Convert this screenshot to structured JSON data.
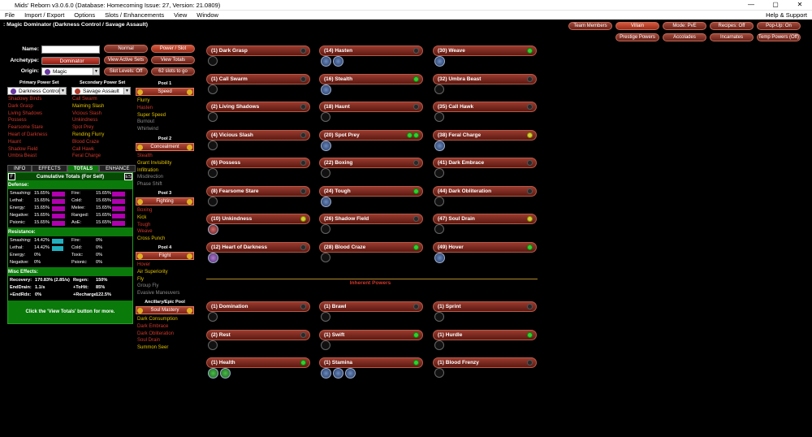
{
  "window": {
    "title": "Mids' Reborn v3.0.6.0 (Database: Homecoming Issue: 27, Version: 21.0809)",
    "min": "—",
    "max": "▢",
    "close": "✕"
  },
  "menu": {
    "items": [
      "File",
      "Import / Export",
      "Options",
      "Slots / Enhancements",
      "View",
      "Window"
    ],
    "help": "Help & Support"
  },
  "build_title": ": Magic Dominator (Darkness Control / Savage Assault)",
  "top_buttons": [
    "Team Members",
    "Villain",
    "Mode: PvE",
    "Recipes: Off",
    "Pop-Up: On",
    "Prestige Powers",
    "Accolades",
    "Incarnates",
    "Temp Powers (Off)"
  ],
  "form": {
    "name_label": "Name:",
    "name_value": "",
    "archetype_label": "Archetype:",
    "archetype_value": "Dominator",
    "origin_label": "Origin:",
    "origin_value": "Magic"
  },
  "mode_buttons": [
    "Normal",
    "Power / Slot",
    "View Active Sets",
    "View Totals",
    "Slot Levels: Off",
    "62 slots to go"
  ],
  "primary": {
    "header": "Primary Power Set",
    "set": "Darkness Control",
    "powers": [
      [
        "Shadowy Binds",
        "red"
      ],
      [
        "Dark Grasp",
        "red"
      ],
      [
        "Living Shadows",
        "red"
      ],
      [
        "Possess",
        "red"
      ],
      [
        "Fearsome Stare",
        "red"
      ],
      [
        "Heart of Darkness",
        "red"
      ],
      [
        "Haunt",
        "red"
      ],
      [
        "Shadow Field",
        "red"
      ],
      [
        "Umbra Beast",
        "red"
      ]
    ]
  },
  "secondary": {
    "header": "Secondary Power Set",
    "set": "Savage Assault",
    "powers": [
      [
        "Call Swarm",
        "red"
      ],
      [
        "Maiming Slash",
        "yel"
      ],
      [
        "Vicious Slash",
        "red"
      ],
      [
        "Unkindness",
        "red"
      ],
      [
        "Spot Prey",
        "red"
      ],
      [
        "Rending Flurry",
        "yel"
      ],
      [
        "Blood Craze",
        "red"
      ],
      [
        "Call Hawk",
        "red"
      ],
      [
        "Feral Charge",
        "red"
      ]
    ]
  },
  "pools": [
    {
      "title": "Pool 1",
      "name": "Speed",
      "powers": [
        [
          "Flurry",
          "yel"
        ],
        [
          "Hasten",
          "red"
        ],
        [
          "Super Speed",
          "yel"
        ],
        [
          "Burnout",
          "gry"
        ],
        [
          "Whirlwind",
          "gry"
        ]
      ]
    },
    {
      "title": "Pool 2",
      "name": "Concealment",
      "powers": [
        [
          "Stealth",
          "red"
        ],
        [
          "Grant Invisibility",
          "yel"
        ],
        [
          "Infiltration",
          "yel"
        ],
        [
          "Misdirection",
          "gry"
        ],
        [
          "Phase Shift",
          "gry"
        ]
      ]
    },
    {
      "title": "Pool 3",
      "name": "Fighting",
      "powers": [
        [
          "Boxing",
          "red"
        ],
        [
          "Kick",
          "yel"
        ],
        [
          "Tough",
          "red"
        ],
        [
          "Weave",
          "red"
        ],
        [
          "Cross Punch",
          "yel"
        ]
      ]
    },
    {
      "title": "Pool 4",
      "name": "Flight",
      "powers": [
        [
          "Hover",
          "red"
        ],
        [
          "Air Superiority",
          "yel"
        ],
        [
          "Fly",
          "yel"
        ],
        [
          "Group Fly",
          "gry"
        ],
        [
          "Evasive Maneuvers",
          "gry"
        ]
      ]
    },
    {
      "title": "Ancillary/Epic Pool",
      "name": "Soul Mastery",
      "powers": [
        [
          "Dark Consumption",
          "yel"
        ],
        [
          "Dark Embrace",
          "red"
        ],
        [
          "Dark Obliteration",
          "red"
        ],
        [
          "Soul Drain",
          "red"
        ],
        [
          "Summon Seer",
          "yel"
        ]
      ]
    }
  ],
  "totals": {
    "tabs": [
      "INFO",
      "EFFECTS",
      "TOTALS",
      "ENHANCE"
    ],
    "f_btn": "F",
    "es_btn": "ES",
    "header": "Cumulative Totals (For Self)",
    "defense_label": "Defense:",
    "defense": [
      [
        "Smashing:",
        "15.65%",
        "Fire:",
        "15.65%"
      ],
      [
        "Lethal:",
        "15.65%",
        "Cold:",
        "15.65%"
      ],
      [
        "Energy:",
        "15.65%",
        "Melee:",
        "15.65%"
      ],
      [
        "Negative:",
        "15.65%",
        "Ranged:",
        "15.65%"
      ],
      [
        "Psionic:",
        "15.65%",
        "AoE:",
        "15.65%"
      ]
    ],
    "resistance_label": "Resistance:",
    "resistance": [
      [
        "Smashing:",
        "14.42%",
        "Fire:",
        "0%"
      ],
      [
        "Lethal:",
        "14.42%",
        "Cold:",
        "0%"
      ],
      [
        "Energy:",
        "0%",
        "Toxic:",
        "0%"
      ],
      [
        "Negative:",
        "0%",
        "Psionic:",
        "0%"
      ]
    ],
    "misc_label": "Misc Effects:",
    "misc": [
      [
        "Recovery:",
        "170.83% (2.85/s)",
        "Regen:",
        "150%"
      ],
      [
        "EndDrain:",
        "1.1/s",
        "+ToHit:",
        "85%"
      ],
      [
        "+EndRdx:",
        "0%",
        "+Recharge:",
        "122.5%"
      ]
    ],
    "note": "Click the 'View Totals' button for more."
  },
  "slots": [
    {
      "label": "(1) Dark Grasp",
      "led": "off",
      "enh": 0
    },
    {
      "label": "(14) Hasten",
      "led": "off",
      "enh": 2
    },
    {
      "label": "(30) Weave",
      "led": "g",
      "enh": 1
    },
    {
      "label": "(1) Call Swarm",
      "led": "off",
      "enh": 0
    },
    {
      "label": "(16) Stealth",
      "led": "g",
      "enh": 1
    },
    {
      "label": "(32) Umbra Beast",
      "led": "off",
      "enh": 0
    },
    {
      "label": "(2) Living Shadows",
      "led": "off",
      "enh": 0
    },
    {
      "label": "(18) Haunt",
      "led": "off",
      "enh": 0
    },
    {
      "label": "(35) Call Hawk",
      "led": "off",
      "enh": 0
    },
    {
      "label": "(4) Vicious Slash",
      "led": "off",
      "enh": 0
    },
    {
      "label": "(20) Spot Prey",
      "led": "gg",
      "enh": 1
    },
    {
      "label": "(38) Feral Charge",
      "led": "y",
      "enh": 1
    },
    {
      "label": "(6) Possess",
      "led": "off",
      "enh": 0
    },
    {
      "label": "(22) Boxing",
      "led": "off",
      "enh": 0
    },
    {
      "label": "(41) Dark Embrace",
      "led": "off",
      "enh": 0
    },
    {
      "label": "(8) Fearsome Stare",
      "led": "off",
      "enh": 0
    },
    {
      "label": "(24) Tough",
      "led": "g",
      "enh": 1
    },
    {
      "label": "(44) Dark Obliteration",
      "led": "off",
      "enh": 0
    },
    {
      "label": "(10) Unkindness",
      "led": "y",
      "enh": 1
    },
    {
      "label": "(26) Shadow Field",
      "led": "off",
      "enh": 0
    },
    {
      "label": "(47) Soul Drain",
      "led": "y",
      "enh": 0
    },
    {
      "label": "(12) Heart of Darkness",
      "led": "off",
      "enh": 1
    },
    {
      "label": "(28) Blood Craze",
      "led": "g",
      "enh": 0
    },
    {
      "label": "(49) Hover",
      "led": "g",
      "enh": 1
    }
  ],
  "inherent_title": "Inherent Powers",
  "inherent": [
    {
      "label": "(1) Domination",
      "led": "off",
      "enh": 0
    },
    {
      "label": "(1) Brawl",
      "led": "off",
      "enh": 0
    },
    {
      "label": "(1) Sprint",
      "led": "off",
      "enh": 0
    },
    {
      "label": "(2) Rest",
      "led": "off",
      "enh": 0
    },
    {
      "label": "(1) Swift",
      "led": "g",
      "enh": 0
    },
    {
      "label": "(1) Hurdle",
      "led": "g",
      "enh": 0
    },
    {
      "label": "(1) Health",
      "led": "g",
      "enh": 2
    },
    {
      "label": "(1) Stamina",
      "led": "g",
      "enh": 3
    },
    {
      "label": "(1) Blood Frenzy",
      "led": "off",
      "enh": 0
    }
  ]
}
